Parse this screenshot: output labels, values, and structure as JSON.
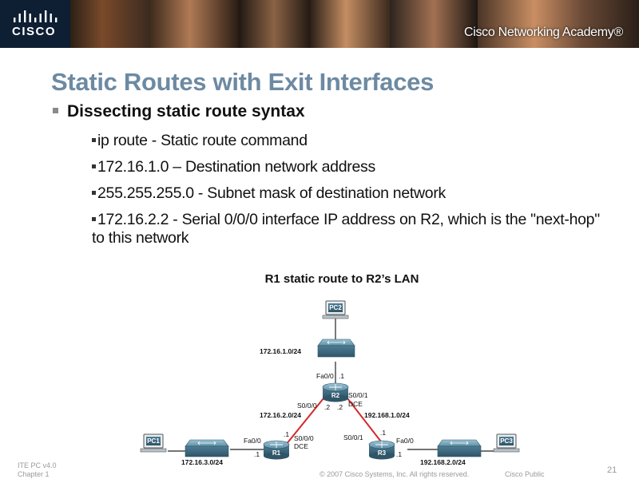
{
  "header": {
    "brand": "CISCO",
    "academy": "Cisco Networking Academy®"
  },
  "slide": {
    "title": "Static Routes with Exit Interfaces",
    "subhead": "Dissecting static route syntax",
    "bullets": [
      "ip route - Static route command",
      "172.16.1.0 – Destination network address",
      "255.255.255.0 - Subnet mask of destination network",
      "172.16.2.2 - Serial 0/0/0 interface IP address on R2, which is the \"next-hop\" to this network"
    ]
  },
  "diagram": {
    "title": "R1 static route to R2’s LAN",
    "pc2": "PC2",
    "pc1": "PC1",
    "pc3": "PC3",
    "r1": "R1",
    "r2": "R2",
    "r3": "R3",
    "net_r2_lan": "172.16.1.0/24",
    "net_r1_r2": "172.16.2.0/24",
    "net_r2_r3": "192.168.1.0/24",
    "net_r1_lan": "172.16.3.0/24",
    "net_r3_lan": "192.168.2.0/24",
    "r2_fa": "Fa0/0",
    "r2_fa_ip": ".1",
    "r2_s000": "S0/0/0",
    "r2_s000_ip": ".2",
    "r2_s001": "S0/0/1",
    "r2_dce": "DCE",
    "r2_s001_ip": ".2",
    "r1_s000": "S0/0/0",
    "r1_dce": "DCE",
    "r1_s000_ip": ".1",
    "r1_fa": "Fa0/0",
    "r1_fa_ip": ".1",
    "r3_s001": "S0/0/1",
    "r3_s001_ip": ".1",
    "r3_fa": "Fa0/0",
    "r3_fa_ip": ".1"
  },
  "footer": {
    "course": "ITE PC v4.0",
    "chapter": "Chapter 1",
    "copyright": "© 2007 Cisco Systems, Inc. All rights reserved.",
    "classification": "Cisco Public",
    "page": "21"
  },
  "colors": {
    "title": "#6d8aa2",
    "serial_link": "#d42a2a",
    "device_fill": "#4e7d94",
    "banner": "#1a1a1a"
  }
}
